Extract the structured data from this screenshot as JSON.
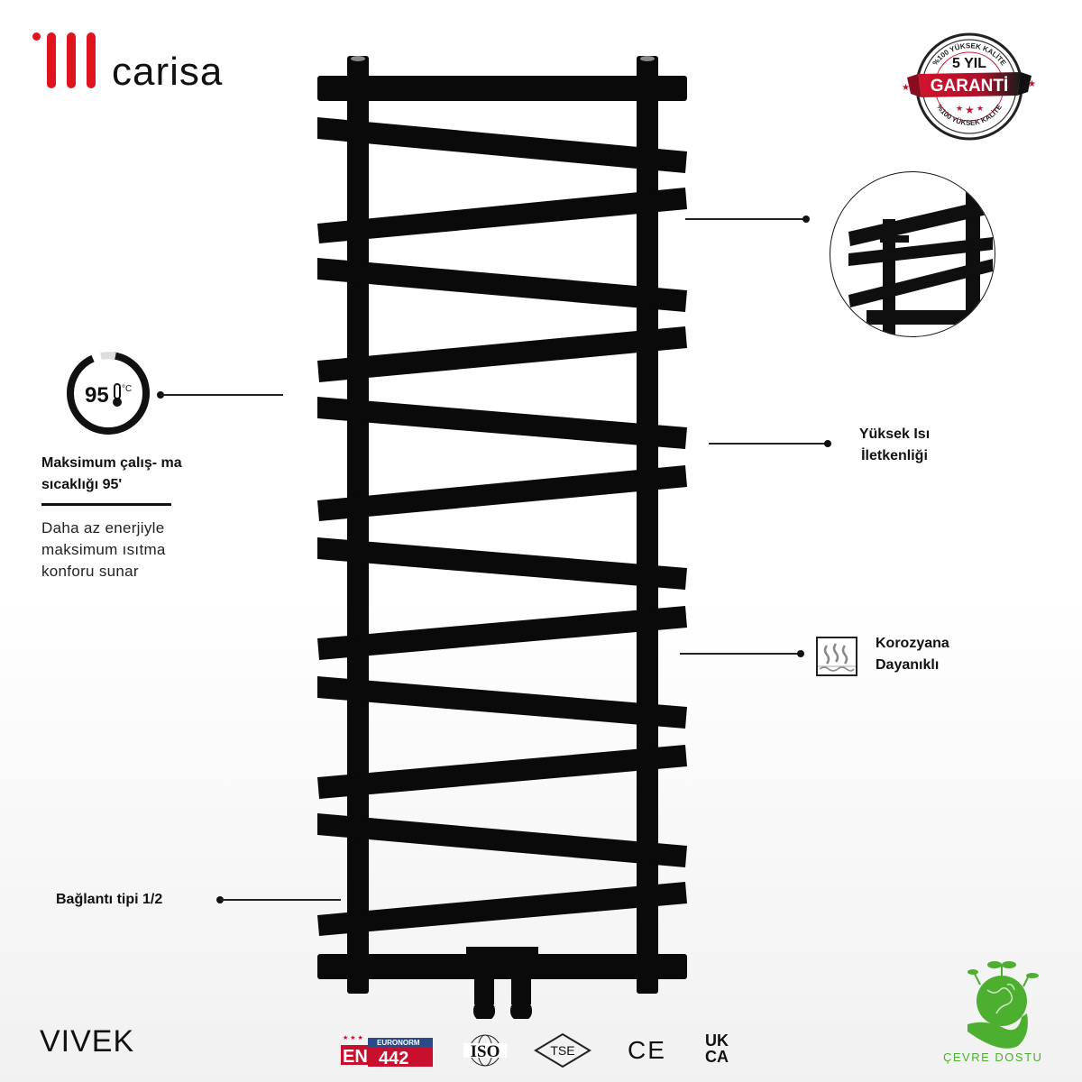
{
  "brand": {
    "name": "carisa",
    "accent_color": "#e0141e"
  },
  "warranty_badge": {
    "top_arc": "%100 YÜKSEK KALİTE",
    "years": "5 YIL",
    "ribbon": "GARANTİ",
    "bottom_arc": "%100 YÜKSEK KALİTE",
    "ribbon_color": "#c8102e"
  },
  "features": {
    "temperature": {
      "icon_value": "95",
      "icon_unit": "°C",
      "title": "Maksimum çalış- ma sıcaklığı 95'",
      "description": "Daha az enerjiyle maksimum ısıtma konforu sunar"
    },
    "heat_conductivity": {
      "line1": "Yüksek Isı",
      "line2": "İletkenliği"
    },
    "corrosion": {
      "line1": "Korozyana",
      "line2": "Dayanıklı"
    },
    "connection": {
      "label": "Bağlantı tipi 1/2"
    }
  },
  "product": {
    "model": "VIVEK",
    "color": "#0a0a0a",
    "rail_count": 14
  },
  "certifications": [
    {
      "name": "EN 442",
      "sub": "EURONORM",
      "number": "442"
    },
    {
      "name": "ISO"
    },
    {
      "name": "TSE"
    },
    {
      "name": "CE"
    },
    {
      "name": "UKCA",
      "line1": "UK",
      "line2": "CA"
    }
  ],
  "eco": {
    "label": "ÇEVRE DOSTU",
    "color": "#4caf30"
  }
}
